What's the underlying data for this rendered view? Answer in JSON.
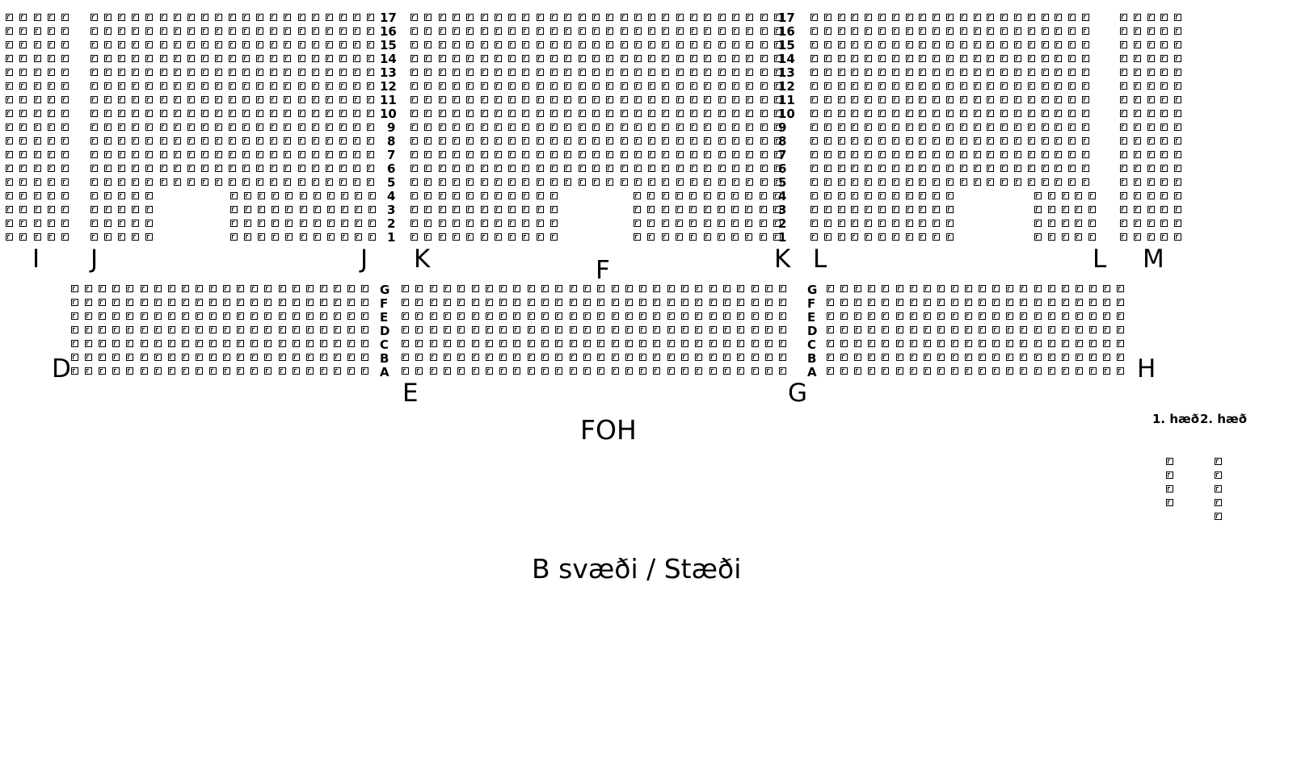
{
  "labels": {
    "foh": "FOH",
    "b_area": "B svæði / Stæði",
    "floor_1": "1. hæð",
    "floor_2": "2. hæð"
  },
  "sections": {
    "I": "I",
    "J": "J",
    "K": "K",
    "L": "L",
    "M": "M",
    "F": "F",
    "D": "D",
    "E": "E",
    "G": "G",
    "H": "H"
  },
  "rows": {
    "upper": [
      "17",
      "16",
      "15",
      "14",
      "13",
      "12",
      "11",
      "10",
      "9",
      "8",
      "7",
      "6",
      "5",
      "4",
      "3",
      "2",
      "1"
    ],
    "lower": [
      "G",
      "F",
      "E",
      "D",
      "C",
      "B",
      "A"
    ]
  }
}
